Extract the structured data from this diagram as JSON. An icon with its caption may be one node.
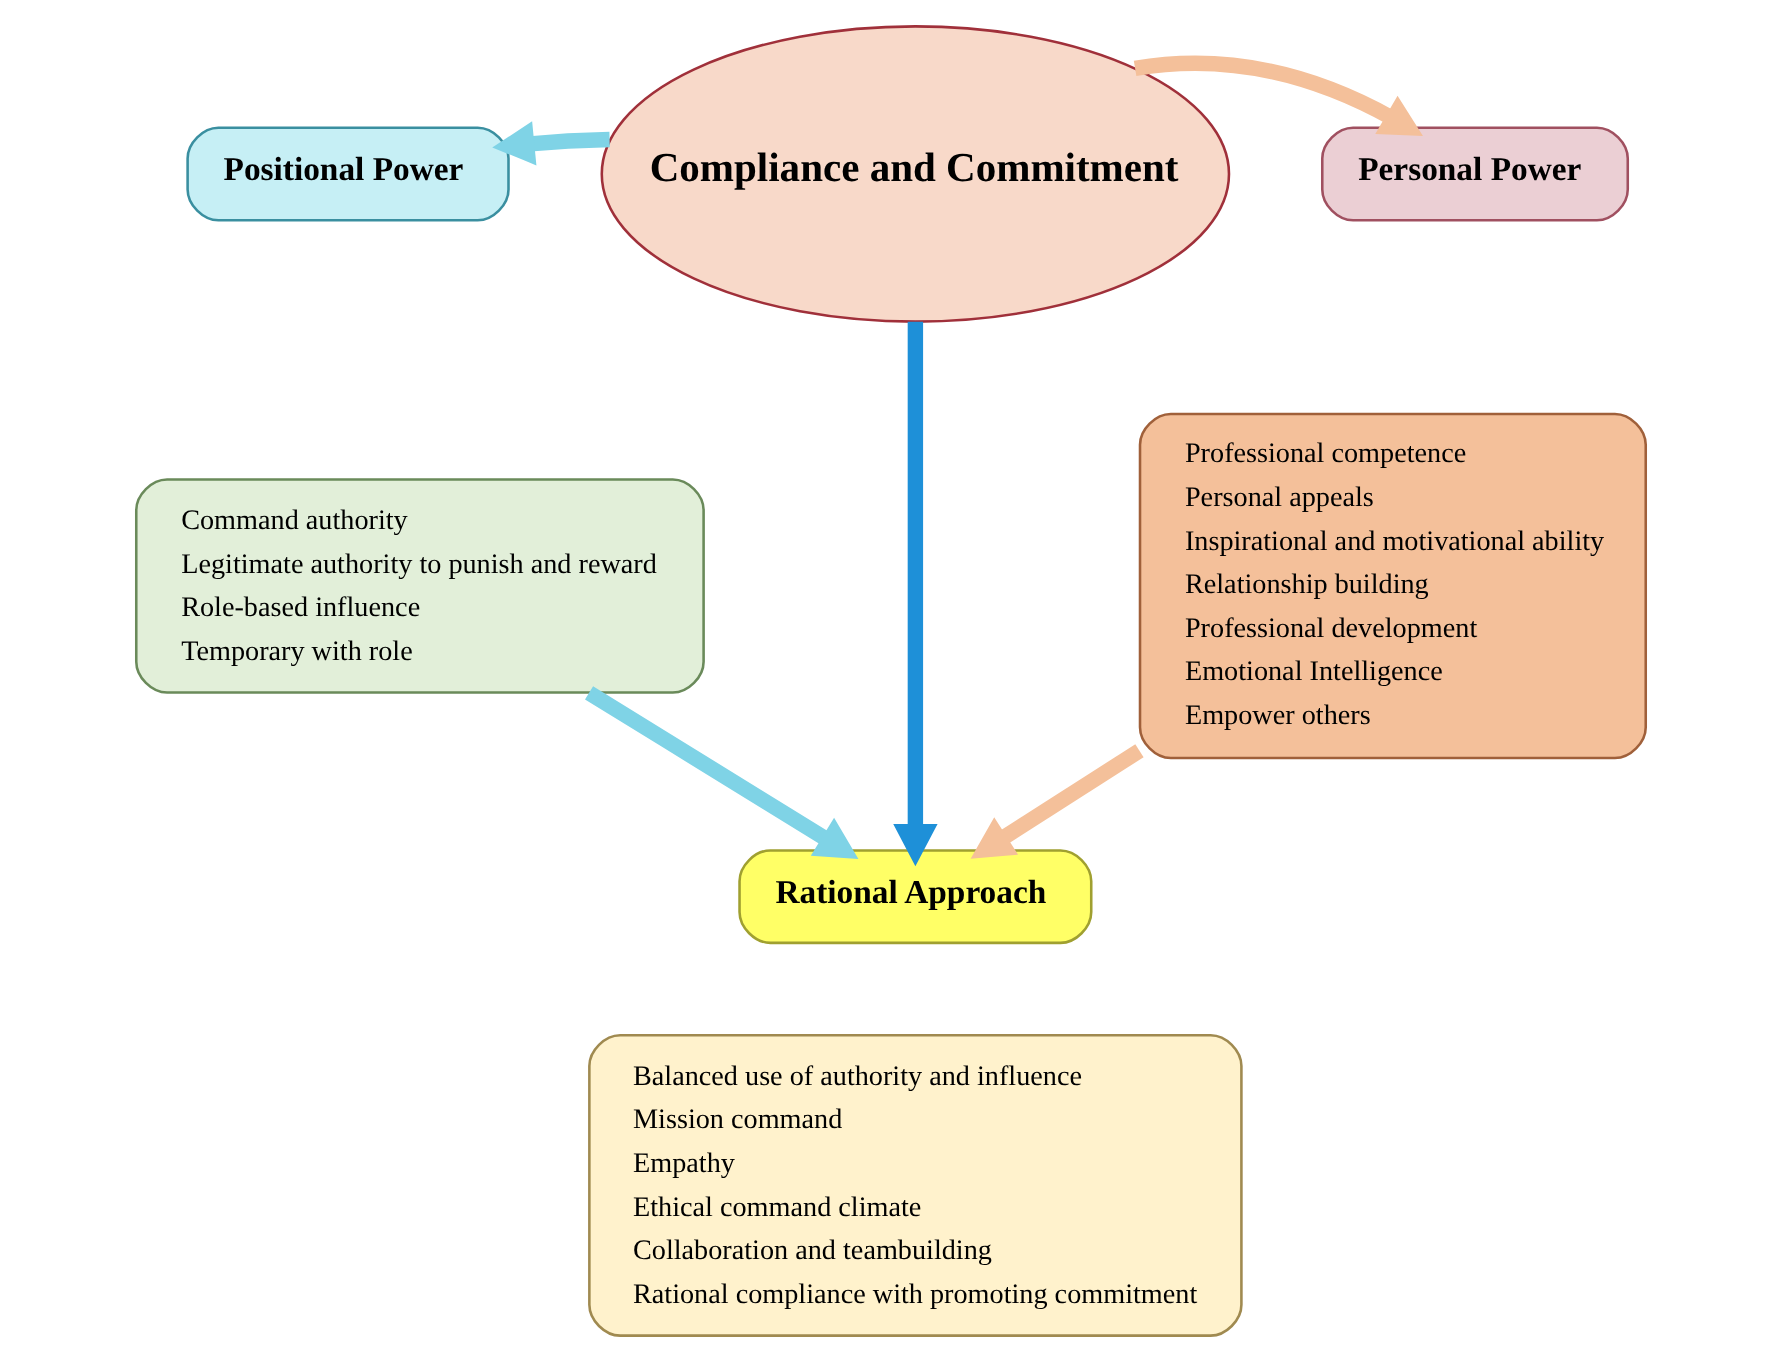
{
  "diagram": {
    "nodes": [
      {
        "text": [
          "Compliance and Commitment"
        ]
      },
      {
        "text": [
          "Positional Power"
        ]
      },
      {
        "text": [
          "Command authority",
          "Legitimate authority to punish and reward",
          "Role-based influence",
          "Temporary with role"
        ]
      },
      {
        "text": [
          "Personal Power"
        ]
      },
      {
        "text": [
          "Professional competence",
          "Personal appeals",
          "Inspirational and motivational ability",
          "Relationship building",
          "Professional development",
          "Emotional Intelligence",
          "Empower others"
        ]
      },
      {
        "text": [
          "Rational Approach"
        ]
      },
      {
        "text": [
          "Balanced use of authority and influence",
          "Mission command",
          "Empathy",
          "Ethical command climate",
          "Collaboration and teambuilding",
          "Rational compliance with promoting commitment"
        ]
      }
    ],
    "edges": [
      {
        "from": 0,
        "to": 1,
        "arrow": "to",
        "color": "#7fd3e6"
      },
      {
        "from": 0,
        "to": 3,
        "arrow": "to",
        "color": "#f4c09a"
      },
      {
        "from": 0,
        "to": 5,
        "arrow": "to",
        "color": "#1e90d8"
      },
      {
        "from": 2,
        "to": 5,
        "arrow": "to",
        "color": "#7fd3e6"
      },
      {
        "from": 4,
        "to": 5,
        "arrow": "to",
        "color": "#f4c09a"
      }
    ]
  }
}
